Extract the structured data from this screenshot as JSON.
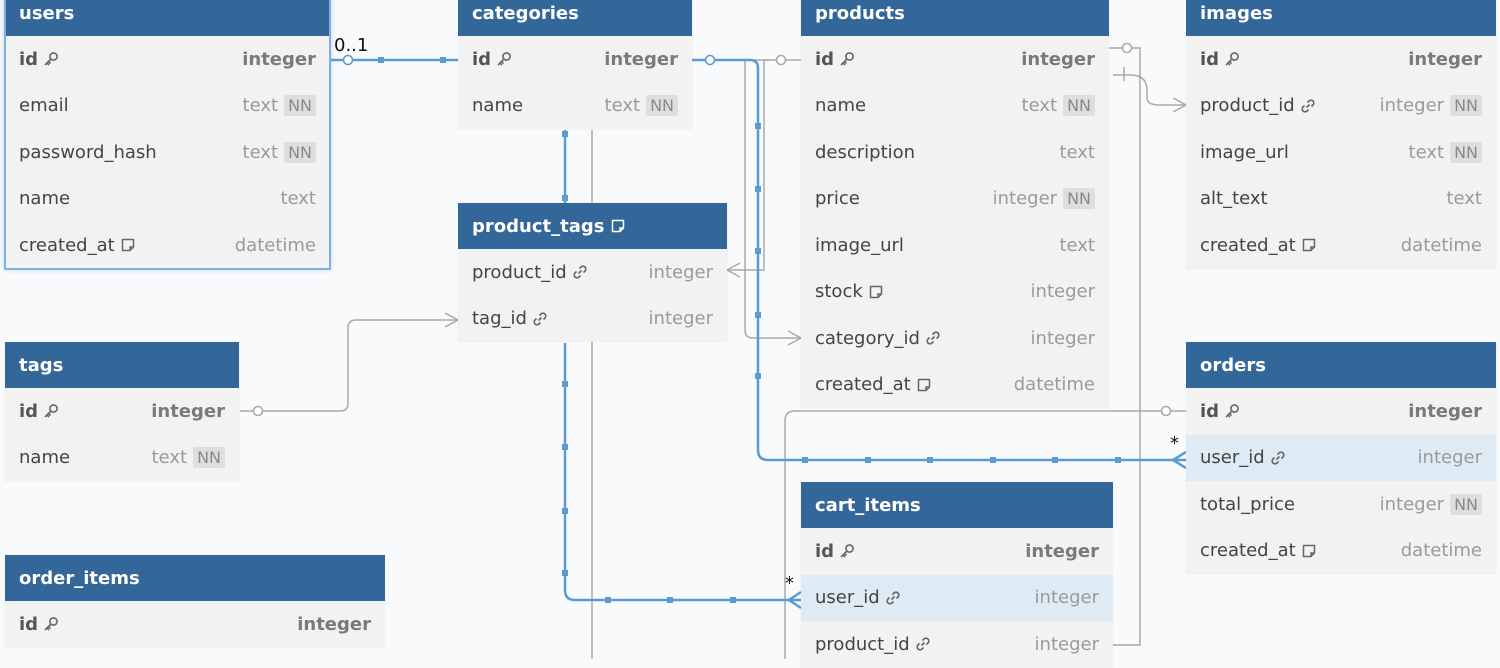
{
  "colors": {
    "header": "#336699",
    "header_text": "#ffffff",
    "body": "#f2f2f2",
    "highlight_row": "#deebf4",
    "selected_edge": "#5a9bd5",
    "connector_gray": "#a9a9a9",
    "background": "#f9fafb"
  },
  "tables": {
    "users": {
      "name": "users",
      "fields": [
        {
          "name": "id",
          "type": "integer",
          "pk": true,
          "icon": "key-icon"
        },
        {
          "name": "email",
          "type": "text",
          "nn": "NN"
        },
        {
          "name": "password_hash",
          "type": "text",
          "nn": "NN"
        },
        {
          "name": "name",
          "type": "text"
        },
        {
          "name": "created_at",
          "type": "datetime",
          "icon": "note-icon"
        }
      ]
    },
    "categories": {
      "name": "categories",
      "fields": [
        {
          "name": "id",
          "type": "integer",
          "pk": true,
          "icon": "key-icon"
        },
        {
          "name": "name",
          "type": "text",
          "nn": "NN"
        }
      ]
    },
    "products": {
      "name": "products",
      "fields": [
        {
          "name": "id",
          "type": "integer",
          "pk": true,
          "icon": "key-icon"
        },
        {
          "name": "name",
          "type": "text",
          "nn": "NN"
        },
        {
          "name": "description",
          "type": "text"
        },
        {
          "name": "price",
          "type": "integer",
          "nn": "NN"
        },
        {
          "name": "image_url",
          "type": "text"
        },
        {
          "name": "stock",
          "type": "integer",
          "icon": "note-icon"
        },
        {
          "name": "category_id",
          "type": "integer",
          "icon": "link-icon"
        },
        {
          "name": "created_at",
          "type": "datetime",
          "icon": "note-icon"
        }
      ]
    },
    "images": {
      "name": "images",
      "fields": [
        {
          "name": "id",
          "type": "integer",
          "pk": true,
          "icon": "key-icon"
        },
        {
          "name": "product_id",
          "type": "integer",
          "nn": "NN",
          "icon": "link-icon"
        },
        {
          "name": "image_url",
          "type": "text",
          "nn": "NN"
        },
        {
          "name": "alt_text",
          "type": "text"
        },
        {
          "name": "created_at",
          "type": "datetime",
          "icon": "note-icon"
        }
      ]
    },
    "product_tags": {
      "name": "product_tags",
      "header_icon": "note-icon",
      "fields": [
        {
          "name": "product_id",
          "type": "integer",
          "icon": "link-icon"
        },
        {
          "name": "tag_id",
          "type": "integer",
          "icon": "link-icon"
        }
      ]
    },
    "tags": {
      "name": "tags",
      "fields": [
        {
          "name": "id",
          "type": "integer",
          "pk": true,
          "icon": "key-icon"
        },
        {
          "name": "name",
          "type": "text",
          "nn": "NN"
        }
      ]
    },
    "orders": {
      "name": "orders",
      "fields": [
        {
          "name": "id",
          "type": "integer",
          "pk": true,
          "icon": "key-icon"
        },
        {
          "name": "user_id",
          "type": "integer",
          "icon": "link-icon",
          "highlight": true
        },
        {
          "name": "total_price",
          "type": "integer",
          "nn": "NN"
        },
        {
          "name": "created_at",
          "type": "datetime",
          "icon": "note-icon"
        }
      ]
    },
    "cart_items": {
      "name": "cart_items",
      "fields": [
        {
          "name": "id",
          "type": "integer",
          "pk": true,
          "icon": "key-icon"
        },
        {
          "name": "user_id",
          "type": "integer",
          "icon": "link-icon",
          "highlight": true
        },
        {
          "name": "product_id",
          "type": "integer",
          "icon": "link-icon"
        }
      ]
    },
    "order_items": {
      "name": "order_items",
      "fields": [
        {
          "name": "id",
          "type": "integer",
          "pk": true,
          "icon": "key-icon"
        }
      ]
    }
  },
  "cardinality_labels": {
    "users_one": "0..1",
    "orders_many": "*",
    "cart_items_many": "*"
  }
}
